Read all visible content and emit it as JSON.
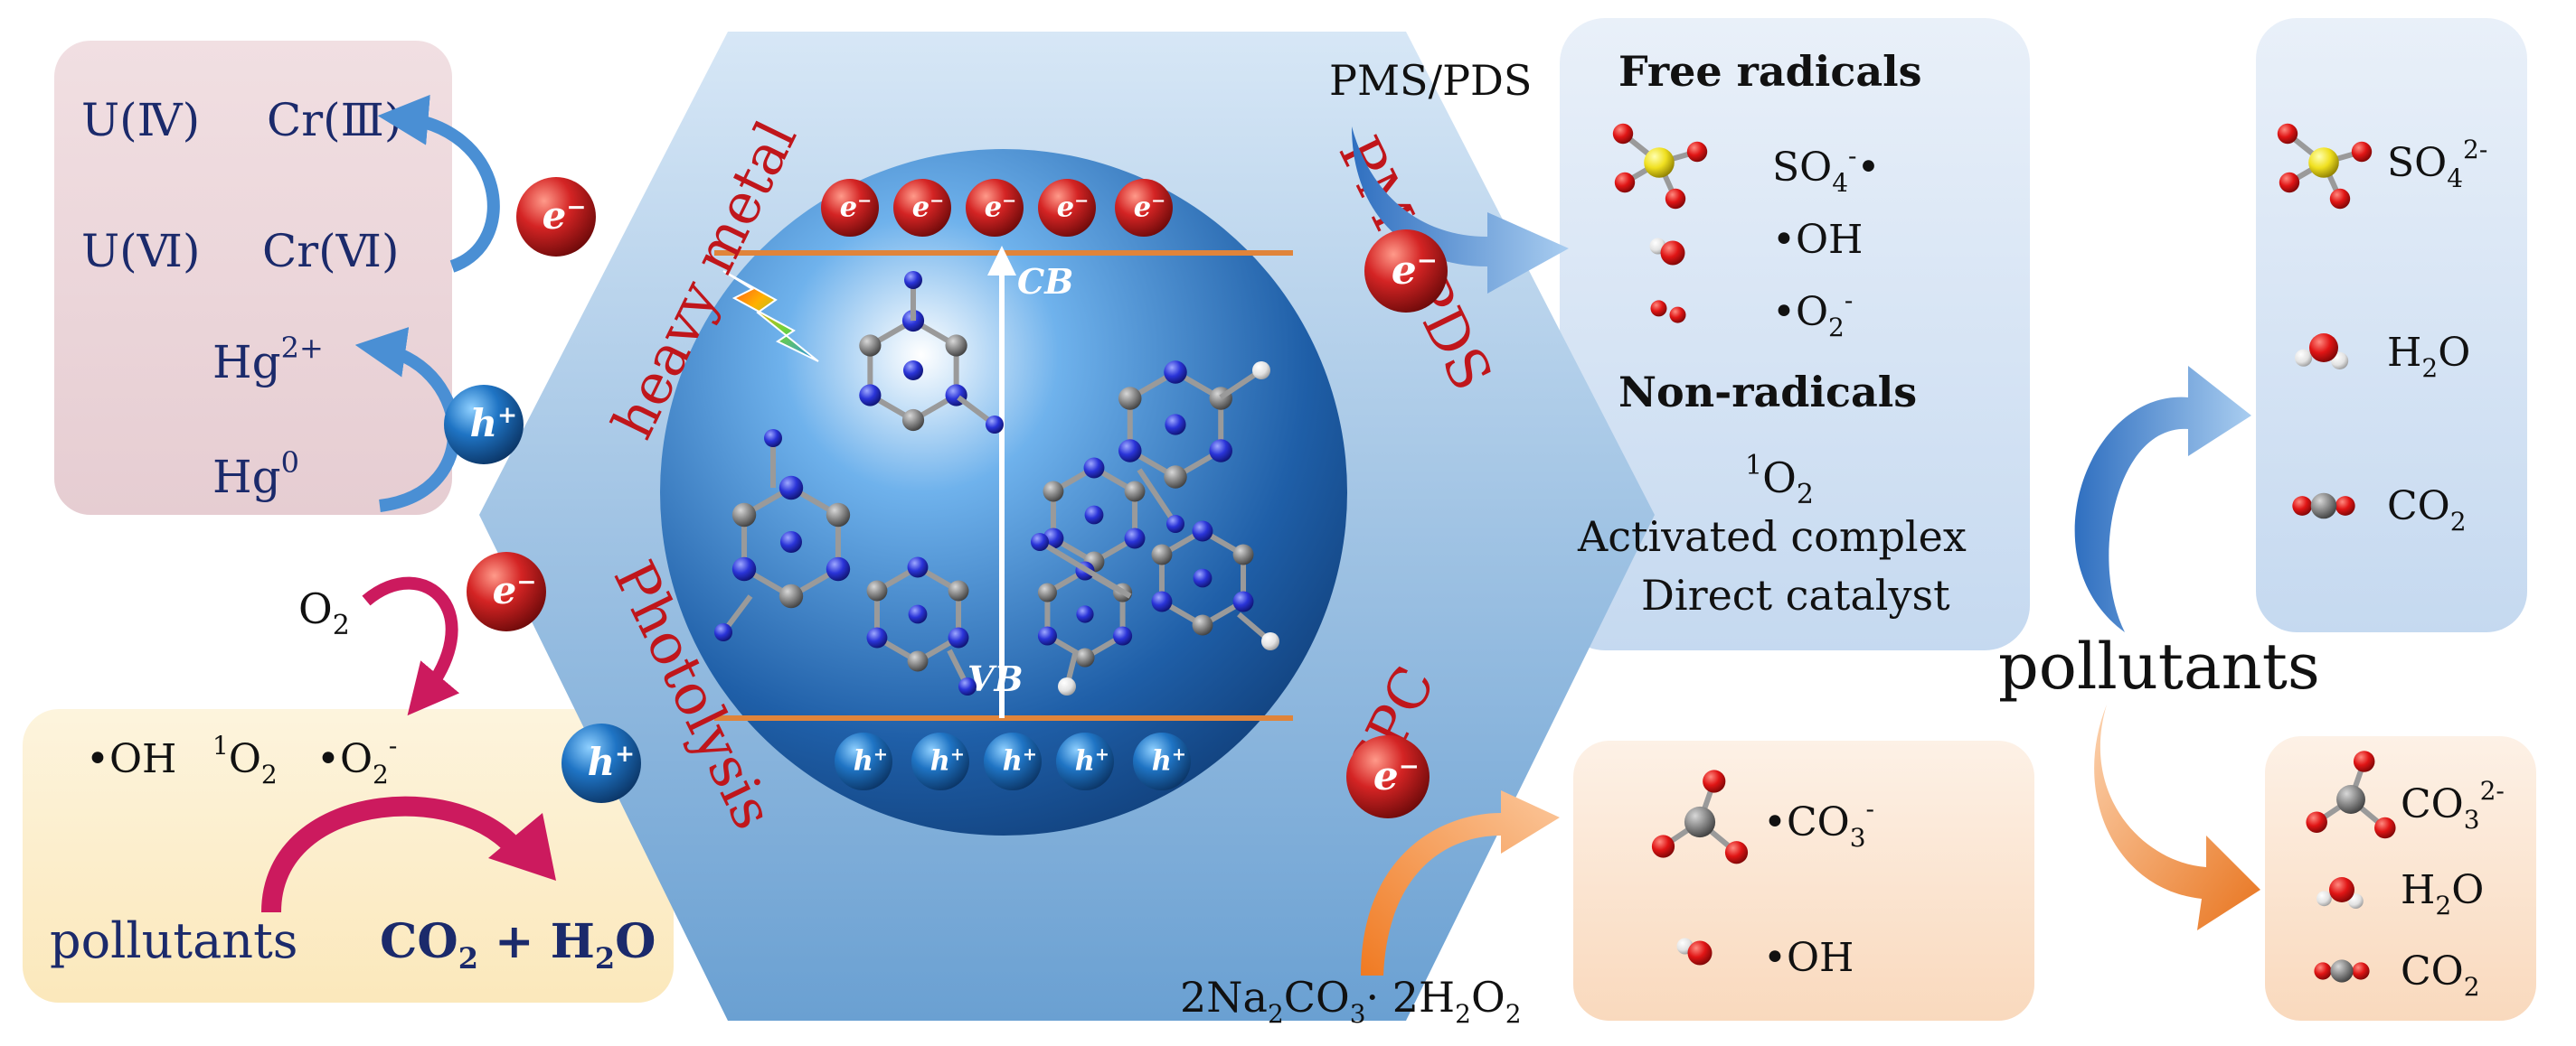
{
  "center": {
    "cb_label": "CB",
    "vb_label": "VB",
    "electron": "e",
    "electron_charge": "−",
    "hole": "h",
    "hole_charge": "+",
    "side_labels": {
      "heavy_metal": "heavy metal",
      "photolysis": "Photolysis",
      "pms_pds": "PMS/PDS",
      "spc": "SPC"
    }
  },
  "heavy_metal_box": {
    "u4": "U(Ⅳ)",
    "cr3": "Cr(Ⅲ)",
    "u6": "U(Ⅵ)",
    "cr6": "Cr(Ⅵ)",
    "hg2": "Hg",
    "hg2_sup": "2+",
    "hg0": "Hg",
    "hg0_sup": "0"
  },
  "photolysis": {
    "o2": "O",
    "o2_sub": "2",
    "oh": "•OH",
    "singlet_sup": "1",
    "singlet": "O",
    "singlet_sub": "2",
    "superoxide": "•O",
    "superoxide_sub": "2",
    "superoxide_sup": "-",
    "pollutants": "pollutants",
    "products_a": "CO",
    "products_a_sub": "2",
    "products_plus": " + H",
    "products_b_sub": "2",
    "products_b": "O"
  },
  "pms": {
    "reagent": "PMS/PDS",
    "free_radicals": "Free radicals",
    "so4": "SO",
    "so4_sub": "4",
    "so4_sup": "-",
    "so4_dot": "•",
    "oh": "•OH",
    "o2": "•O",
    "o2_sub": "2",
    "o2_sup": "-",
    "non_radicals": "Non-radicals",
    "singlet_sup": "1",
    "singlet": "O",
    "singlet_sub": "2",
    "activated": "Activated complex",
    "direct": "Direct catalyst"
  },
  "pms_products": {
    "so4": "SO",
    "so4_sub": "4",
    "so4_sup": "2-",
    "h2o_a": "H",
    "h2o_sub": "2",
    "h2o_b": "O",
    "co2": "CO",
    "co2_sub": "2"
  },
  "pollutants_label": "pollutants",
  "spc": {
    "reagent_a": "2Na",
    "reagent_sub1": "2",
    "reagent_b": "CO",
    "reagent_sub2": "3",
    "reagent_c": "· 2H",
    "reagent_sub3": "2",
    "reagent_d": "O",
    "reagent_sub4": "2",
    "co3": "•CO",
    "co3_sub": "3",
    "co3_sup": "-",
    "oh": "•OH"
  },
  "spc_products": {
    "co3": "CO",
    "co3_sub": "3",
    "co3_sup": "2-",
    "h2o_a": "H",
    "h2o_sub": "2",
    "h2o_b": "O",
    "co2": "CO",
    "co2_sub": "2"
  },
  "colors": {
    "navy_text": "#1b2a6b",
    "red_label": "#c0161b",
    "magenta_arrow": "#cc1a5e",
    "blue_arrow": "#4a8fd4",
    "orange_arrow": "#f08a3c",
    "pink_box": "#ecd6da",
    "cream_box": "#fdf0cf",
    "blue_box": "#d6e4f5",
    "peach_box": "#fbe2cf"
  }
}
